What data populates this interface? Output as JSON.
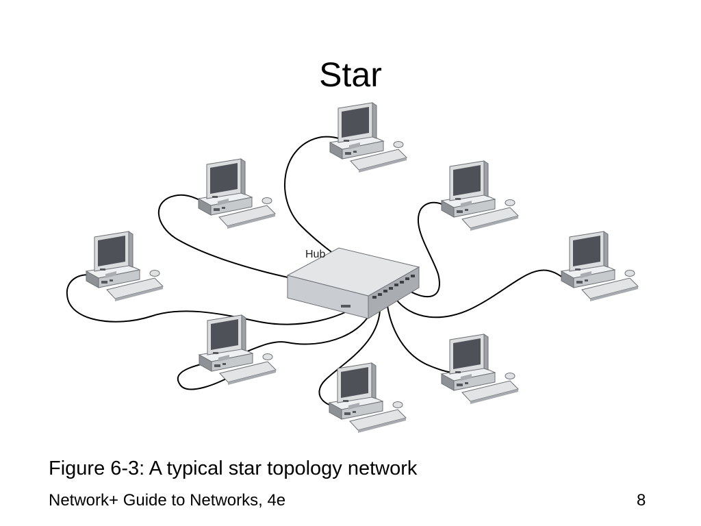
{
  "slide": {
    "title": "Star",
    "caption": "Figure 6-3: A typical star topology network",
    "footer": "Network+ Guide to Networks, 4e",
    "page_number": "8"
  },
  "diagram": {
    "hub_label": "Hub",
    "workstations": [
      "workstation-top",
      "workstation-upper-left",
      "workstation-left",
      "workstation-lower-left",
      "workstation-bottom",
      "workstation-lower-right",
      "workstation-right",
      "workstation-upper-right"
    ],
    "colors": {
      "monitor": "#d6d8da",
      "screen": "#4e5258",
      "hub": "#c9ccd0",
      "cable": "#000000"
    }
  }
}
